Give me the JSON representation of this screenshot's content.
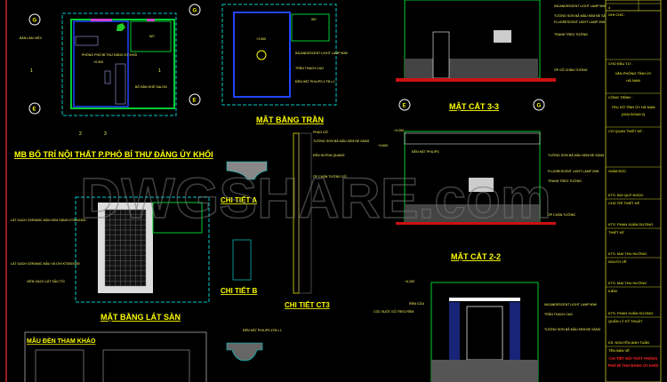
{
  "watermark": "DWGSHARE.com",
  "drawings": {
    "furniture_plan": {
      "title": "MB BỐ TRÍ NỘI THẤT P.PHÓ BÍ THƯ ĐẢNG ỦY KHỐI",
      "room_label": "PHÒNG PHÓ BÍ THƯ ĐẢNG ỦY KHỐI",
      "level": "+0.000",
      "wc_label": "WC",
      "side_label": "BỘ BÀN GHẾ SALON",
      "left_note": "BÀN LÀM VIỆC",
      "axis_g": "G",
      "axis_e": "E",
      "section_1": "1",
      "section_2": "2",
      "section_3": "3"
    },
    "ceiling_plan": {
      "title": "MẶT BẰNG TRẦN",
      "level": "+3.500",
      "notes": [
        "INCANDESCENT LIGHT LAMP 60W",
        "TRẦN THẠCH CAO",
        "ĐÈN HẮT PHILIPS 4 TB x 1"
      ],
      "wc_label": "WC"
    },
    "section_33": {
      "title": "MẶT CẮT 3-3",
      "axis_left": "E",
      "axis_right": "G",
      "notes": [
        "INCANDESCENT LIGHT LAMP 60W",
        "TƯỜNG SƠN BẢ MẦU KEM BE SÁNG",
        "FLUORESCENT LIGHT LAMP 20W",
        "TRANH TREO TƯỜNG",
        "ỐP GỖ CHÂN TƯỜNG"
      ]
    },
    "section_22": {
      "title": "MẶT CẮT 2-2",
      "notes": [
        "ĐÈN HẮT PHILIPS",
        "TƯỜNG SƠN BẢ MẦU KEM BE SÁNG",
        "FLUORESCENT LIGHT LAMP 20W",
        "TRANH TREO TƯỜNG",
        "ỐP CHÂN TƯỜNG"
      ],
      "level_top": "+4.200",
      "level_mid": "+3.600"
    },
    "section_lower": {
      "level": "+4.200",
      "notes": [
        "INCANDESCENT LIGHT LAMP 60W",
        "TRẦN THẠCH CAO",
        "TƯỜNG SƠN BẢ MẦU KEM BE SÁNG",
        "RÈM CỬA",
        "CỐC SUỐT GỖ TREO RÈM"
      ]
    },
    "detail_a": {
      "title": "CHI TIẾT A"
    },
    "detail_b": {
      "title": "CHI TIẾT B"
    },
    "detail_ct3": {
      "title": "CHI TIẾT CT3",
      "notes": [
        "PHÀO GỖ",
        "TƯỜNG SƠN BẢ MẦU KEM BE SÁNG",
        "ỐP CHÂN TƯỜNG GỖ",
        "ĐÈN HUỲNH QUANG"
      ]
    },
    "tiling_plan": {
      "title": "MẶT BẰNG LÁT SÀN",
      "notes": [
        "LÁT GẠCH CERAMIC MẦU KEM SÁNG KT300X300",
        "LÁT GẠCH CERAMIC MẦU VÀ GHI KT300X300",
        "VIỀN GẠCH LÁT SẪU TỐI"
      ]
    },
    "lamp_reference": {
      "title": "MẪU ĐÈN THAM KHẢO",
      "detail_note": "ĐÈN HẮT PHILIPS 4TB x 1"
    }
  },
  "title_block": {
    "sheet_no": "4",
    "rows": [
      {
        "label": "GHI CHÚ :"
      },
      {
        "label": "CHỦ ĐẦU TƯ :",
        "value": [
          "VĂN PHÒNG TỈNH ỦY",
          "HÀ NAM"
        ]
      },
      {
        "label": "CÔNG TRÌNH :",
        "value": [
          "TRỤ SỞ TỈNH ỦY HÀ NAM",
          "(GIAI ĐOẠN 2)"
        ]
      },
      {
        "label": "CƠ QUAN THIẾT KẾ :"
      },
      {
        "label": "GIÁM ĐỐC",
        "value": [
          "KTS.   BÙI QUÝ NGỌC"
        ]
      },
      {
        "label": "CHỦ TRÌ THIẾT KẾ",
        "value": [
          "KTS.   PHAN XUÂN DƯƠNG"
        ]
      },
      {
        "label": "THIẾT KẾ",
        "value": [
          "KTS.   MAI THU HƯỜNG"
        ]
      },
      {
        "label": "NGƯỜI VẼ",
        "value": [
          "KTS.   MAI THU HƯỜNG"
        ]
      },
      {
        "label": "KIỂM",
        "value": [
          "KTS.   PHAN XUÂN DƯƠNG"
        ]
      },
      {
        "label": "QUẢN LÝ KỸ THUẬT",
        "value": [
          "KS.   NGUYỄN ANH TUẤN"
        ]
      },
      {
        "label": "TÊN BẢN VẼ",
        "value": [
          "CHI TIẾT NỘI THẤT PHÒNG",
          "PHÓ BÍ THƯ ĐẢNG ỦY KHỐI"
        ]
      }
    ]
  },
  "colors": {
    "background": "#000000",
    "title": "#ffff00",
    "wall": "#00cc33",
    "blue_wall": "#2244ff",
    "dash": "#00cccc",
    "sheet_name": "#ff2222"
  }
}
